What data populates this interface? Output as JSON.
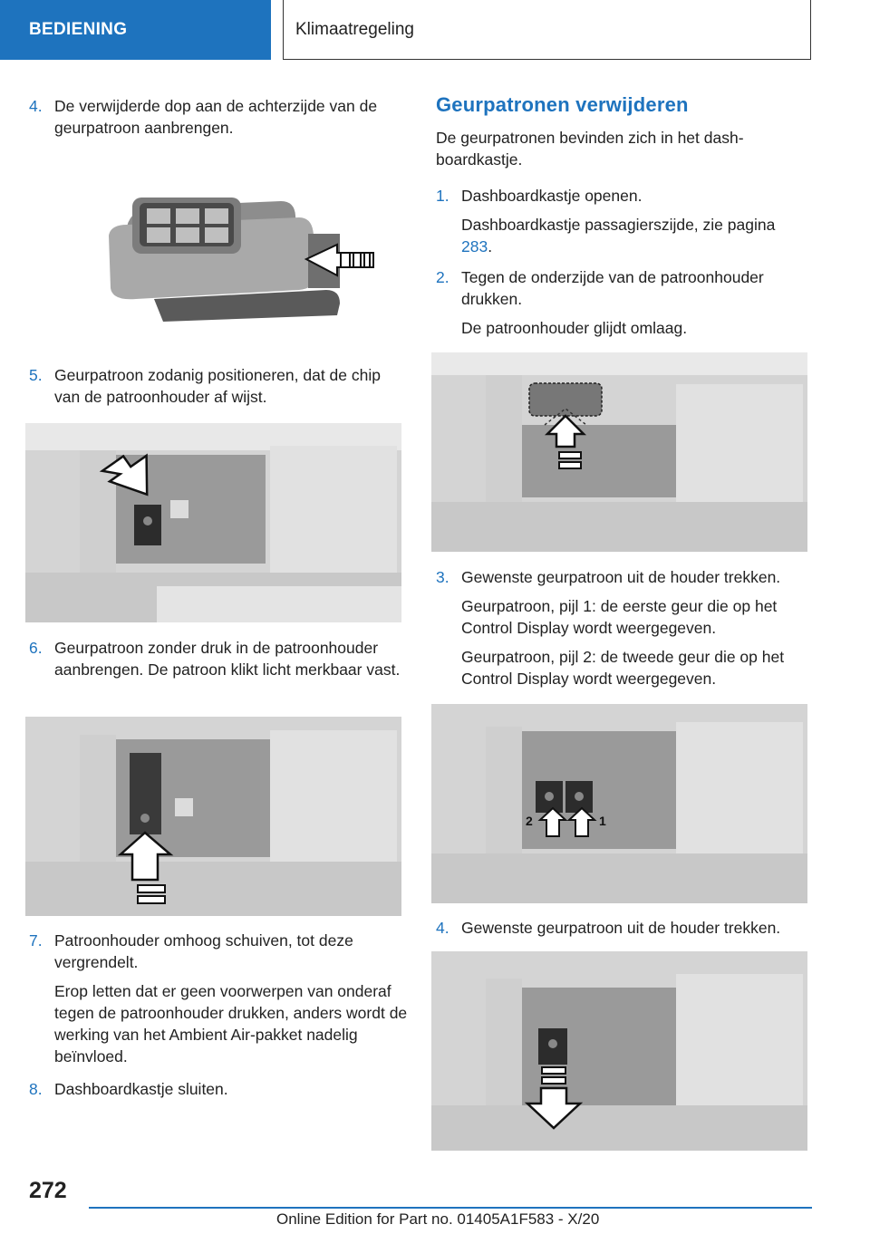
{
  "header": {
    "section": "BEDIENING",
    "title": "Klimaatregeling"
  },
  "left": {
    "step4": {
      "num": "4.",
      "text": "De verwijderde dop aan de achterzijde van de geurpatroon aanbrengen."
    },
    "step5": {
      "num": "5.",
      "text": "Geurpatroon zodanig positioneren, dat de chip van de patroonhouder af wijst."
    },
    "step6": {
      "num": "6.",
      "text": "Geurpatroon zonder druk in de patroonhou­der aanbrengen. De patroon klikt licht merk­baar vast."
    },
    "step7": {
      "num": "7.",
      "text": "Patroonhouder omhoog schuiven, tot deze vergrendelt.",
      "note": "Erop letten dat er geen voorwerpen van on­deraf tegen de patroonhouder drukken, an­ders wordt de werking van het Ambient Air-pakket nadelig beïnvloed."
    },
    "step8": {
      "num": "8.",
      "text": "Dashboardkastje sluiten."
    }
  },
  "right": {
    "title": "Geurpatronen verwijderen",
    "intro": "De geurpatronen bevinden zich in het dash­boardkastje.",
    "step1": {
      "num": "1.",
      "text": "Dashboardkastje openen.",
      "note_a": "Dashboardkastje passagierszijde, zie pa­gina ",
      "note_link": "283",
      "note_b": "."
    },
    "step2": {
      "num": "2.",
      "text": "Tegen de onderzijde van de patroonhouder drukken.",
      "note": "De patroonhouder glijdt omlaag."
    },
    "step3": {
      "num": "3.",
      "text": "Gewenste geurpatroon uit de houder trekken.",
      "note1": "Geurpatroon, pijl 1: de eerste geur die op het Control Display wordt weergegeven.",
      "note2": "Geurpatroon, pijl 2: de tweede geur die op het Control Display wordt weergegeven."
    },
    "step4": {
      "num": "4.",
      "text": "Gewenste geurpatroon uit de houder trekken."
    }
  },
  "figure_labels": {
    "arrow1": "1",
    "arrow2": "2"
  },
  "footer": {
    "page": "272",
    "edition": "Online Edition for Part no. 01405A1F583 - X/20"
  },
  "colors": {
    "accent": "#1e73be"
  }
}
